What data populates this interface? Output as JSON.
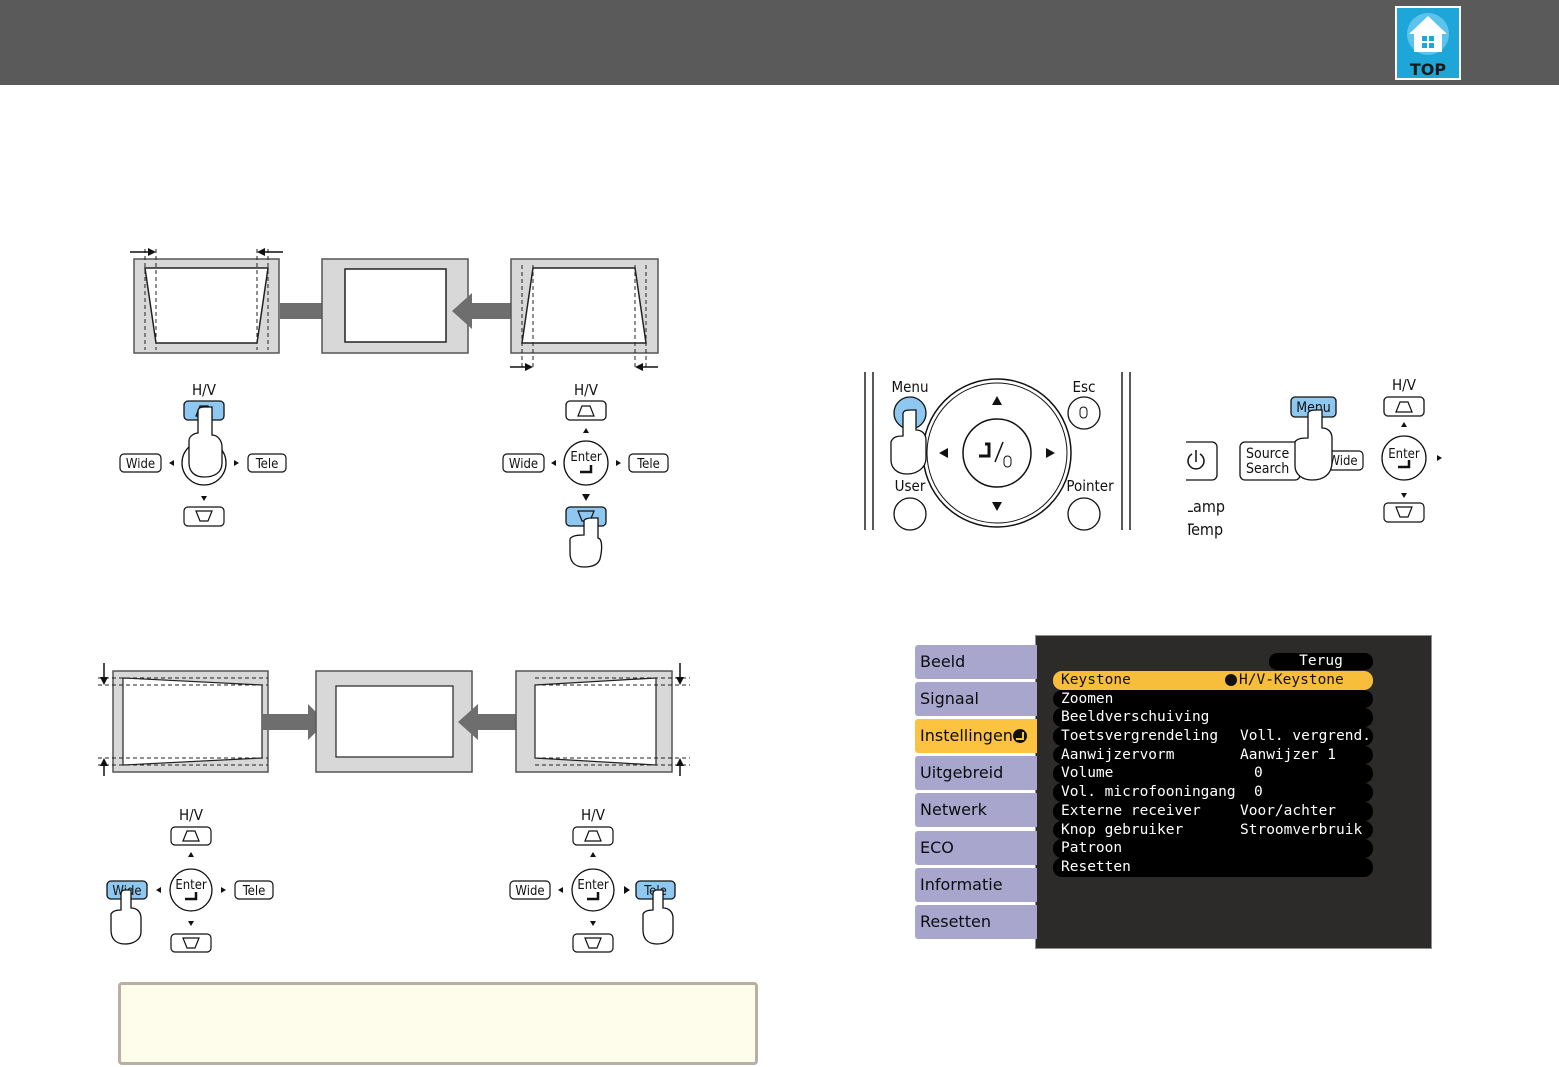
{
  "header": {
    "top_button_label": "TOP"
  },
  "diagram_hv": {
    "hv_label": "H/V",
    "enter_label": "Enter",
    "wide_label": "Wide",
    "tele_label": "Tele"
  },
  "remote": {
    "menu_label": "Menu",
    "esc_label": "Esc",
    "user_label": "User",
    "pointer_label": "Pointer"
  },
  "control_panel": {
    "hv_label": "H/V",
    "menu_label": "Menu",
    "source_search_line1": "Source",
    "source_search_line2": "Search",
    "wide_label": "Wide",
    "enter_label": "Enter",
    "lamp_label": "Lamp",
    "temp_label": "Temp"
  },
  "menu": {
    "sidebar": [
      {
        "label": "Beeld"
      },
      {
        "label": "Signaal"
      },
      {
        "label": "Instellingen",
        "active": true
      },
      {
        "label": "Uitgebreid"
      },
      {
        "label": "Netwerk"
      },
      {
        "label": "ECO"
      },
      {
        "label": "Informatie"
      },
      {
        "label": "Resetten"
      }
    ],
    "back_label": "Terug",
    "rows": [
      {
        "label": "Keystone",
        "value": "H/V-Keystone",
        "selected": true
      },
      {
        "label": "Zoomen",
        "value": ""
      },
      {
        "label": "Beeldverschuiving",
        "value": ""
      },
      {
        "label": "Toetsvergrendeling",
        "value": "Voll. vergrend."
      },
      {
        "label": "Aanwijzervorm",
        "value": "Aanwijzer 1"
      },
      {
        "label": "Volume",
        "value": "0"
      },
      {
        "label": "Vol. microfooningang",
        "value": "0"
      },
      {
        "label": "Externe receiver",
        "value": "Voor/achter"
      },
      {
        "label": "Knop gebruiker",
        "value": "Stroomverbruik"
      },
      {
        "label": "Patroon",
        "value": ""
      },
      {
        "label": "Resetten",
        "value": ""
      }
    ]
  },
  "colors": {
    "header_bg": "#5a5a5a",
    "highlight_blue": "#8ec8f0",
    "menu_active": "#fcc340",
    "sidebar_bg": "#a8a6cc",
    "note_bg": "#fefcea"
  }
}
